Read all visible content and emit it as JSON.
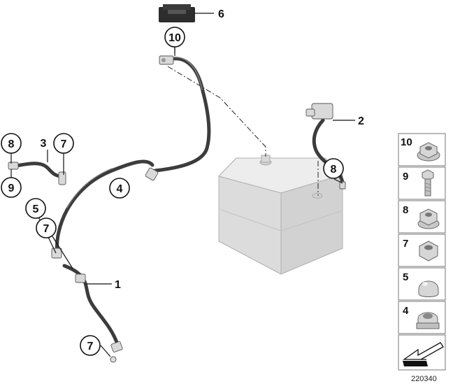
{
  "callouts": {
    "c1": "1",
    "c2": "2",
    "c3": "3",
    "c4": "4",
    "c5": "5",
    "c6": "6",
    "c7a": "7",
    "c7b": "7",
    "c7c": "7",
    "c8a": "8",
    "c8b": "8",
    "c9": "9",
    "c10": "10"
  },
  "panel": {
    "items": [
      "10",
      "9",
      "8",
      "7",
      "5",
      "4"
    ]
  },
  "reference_number": "220340",
  "colors": {
    "cable": "#3c3c3c",
    "battery": "#e4e4e4",
    "line": "#111111"
  }
}
